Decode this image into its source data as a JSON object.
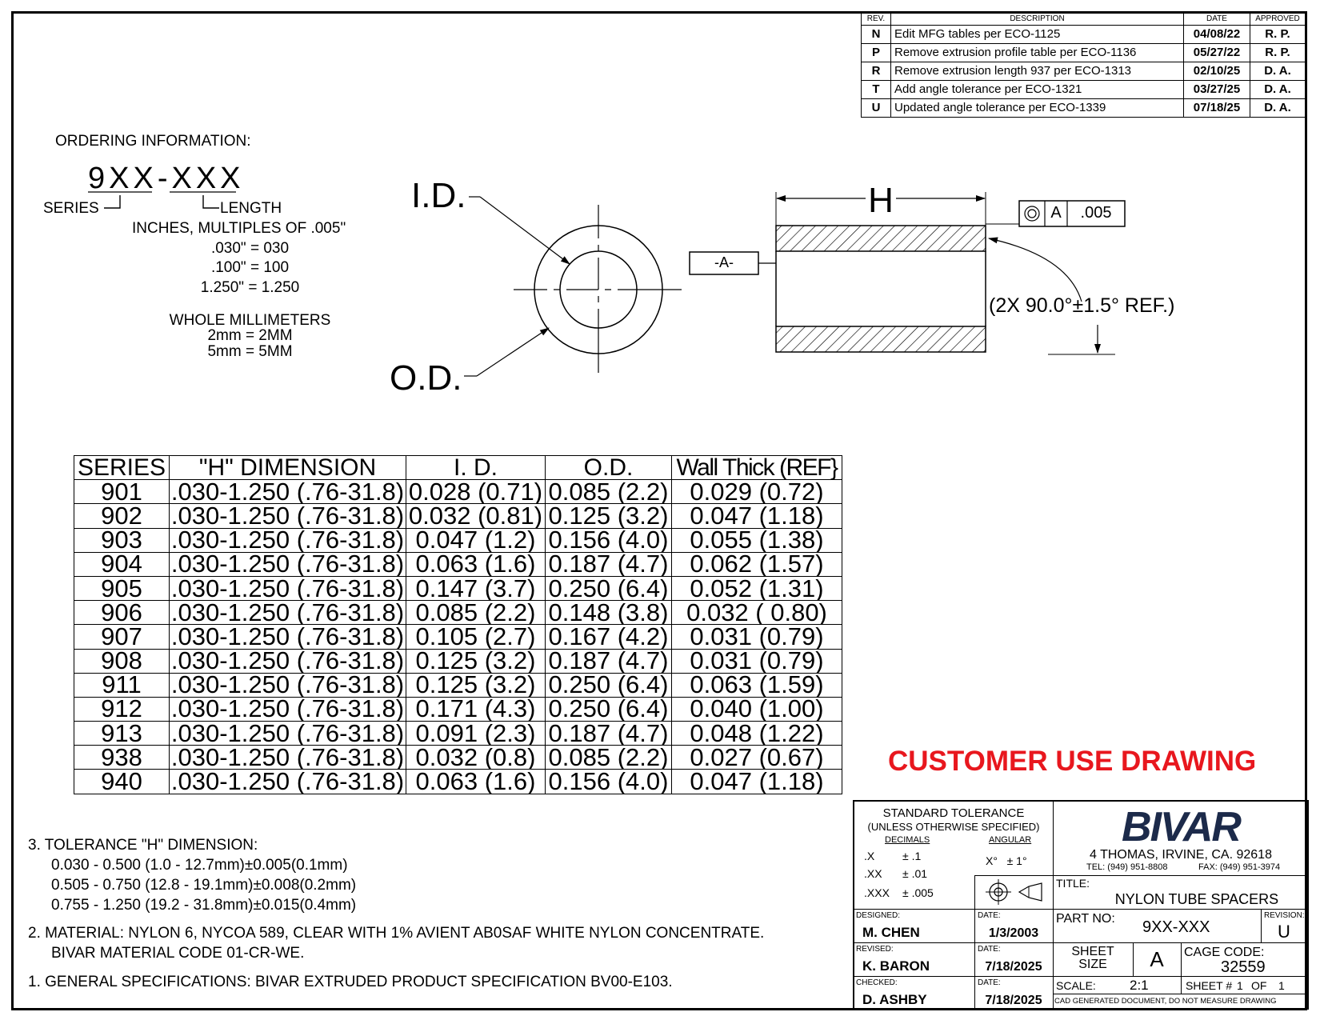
{
  "revisions": {
    "headers": [
      "REV.",
      "DESCRIPTION",
      "DATE",
      "APPROVED"
    ],
    "rows": [
      {
        "rev": "N",
        "desc": "Edit MFG tables per ECO-1125",
        "date": "04/08/22",
        "approved": "R. P."
      },
      {
        "rev": "P",
        "desc": "Remove extrusion profile table per ECO-1136",
        "date": "05/27/22",
        "approved": "R. P."
      },
      {
        "rev": "R",
        "desc": "Remove extrusion length 937 per ECO-1313",
        "date": "02/10/25",
        "approved": "D. A."
      },
      {
        "rev": "T",
        "desc": "Add angle tolerance per ECO-1321",
        "date": "03/27/25",
        "approved": "D. A."
      },
      {
        "rev": "U",
        "desc": "Updated angle tolerance per ECO-1339",
        "date": "07/18/25",
        "approved": "D. A."
      }
    ]
  },
  "ordering": {
    "heading": "ORDERING INFORMATION:",
    "code": "9XX-XXX",
    "series_label": "SERIES",
    "length_label": "LENGTH",
    "inches_label": "INCHES, MULTIPLES OF .005\"",
    "inches_examples": [
      ".030\" = 030",
      ".100\" = 100",
      "1.250\" = 1.250"
    ],
    "mm_label": "WHOLE MILLIMETERS",
    "mm_examples": [
      "2mm = 2MM",
      "5mm = 5MM"
    ]
  },
  "drawing": {
    "id_label": "I.D.",
    "od_label": "O.D.",
    "h_label": "H",
    "datum_label": "-A-",
    "fcf_datum": "A",
    "fcf_value": ".005",
    "angle_note": "(2X 90.0°±1.5° REF.)"
  },
  "spec_table": {
    "headers": [
      "SERIES",
      "\"H\" DIMENSION",
      "I. D.",
      "O.D.",
      "Wall Thick (REF}"
    ],
    "rows": [
      [
        "901",
        ".030-1.250  (.76-31.8)",
        "0.028 (0.71)",
        "0.085  (2.2)",
        "0.029  (0.72)"
      ],
      [
        "902",
        ".030-1.250  (.76-31.8)",
        "0.032  (0.81)",
        "0.125  (3.2)",
        "0.047  (1.18)"
      ],
      [
        "903",
        ".030-1.250  (.76-31.8)",
        "0.047   (1.2)",
        "0.156  (4.0)",
        "0.055  (1.38)"
      ],
      [
        "904",
        ".030-1.250  (.76-31.8)",
        "0.063  (1.6)",
        "0.187  (4.7)",
        "0.062  (1.57)"
      ],
      [
        "905",
        ".030-1.250  (.76-31.8)",
        "0.147  (3.7)",
        "0.250  (6.4)",
        "0.052  (1.31)"
      ],
      [
        "906",
        ".030-1.250  (.76-31.8)",
        "0.085 (2.2)",
        "0.148  (3.8)",
        "0.032 ( 0.80)"
      ],
      [
        "907",
        ".030-1.250  (.76-31.8)",
        "0.105 (2.7)",
        "0.167  (4.2)",
        "0.031 (0.79)"
      ],
      [
        "908",
        ".030-1.250  (.76-31.8)",
        "0.125 (3.2)",
        "0.187  (4.7)",
        "0.031 (0.79)"
      ],
      [
        "911",
        ".030-1.250  (.76-31.8)",
        "0.125 (3.2)",
        "0.250  (6.4)",
        "0.063  (1.59)"
      ],
      [
        "912",
        ".030-1.250  (.76-31.8)",
        "0.171 (4.3)",
        "0.250  (6.4)",
        "0.040  (1.00)"
      ],
      [
        "913",
        ".030-1.250  (.76-31.8)",
        "0.091 (2.3)",
        "0.187  (4.7)",
        "0.048  (1.22)"
      ],
      [
        "938",
        ".030-1.250  (.76-31.8)",
        "0.032  (0.8)",
        "0.085  (2.2)",
        "0.027  (0.67)"
      ],
      [
        "940",
        ".030-1.250  (.76-31.8)",
        "0.063 (1.6)",
        "0.156 (4.0)",
        "0.047 (1.18)"
      ]
    ]
  },
  "customer_use": "CUSTOMER USE DRAWING",
  "notes": {
    "n3_title": "3.  TOLERANCE \"H\" DIMENSION:",
    "n3_lines": [
      "0.030 - 0.500 (1.0 - 12.7mm)±0.005(0.1mm)",
      "0.505 - 0.750 (12.8 - 19.1mm)±0.008(0.2mm)",
      "0.755 - 1.250 (19.2 - 31.8mm)±0.015(0.4mm)"
    ],
    "n2_line1": "2.  MATERIAL: NYLON 6, NYCOA 589, CLEAR WITH 1% AVIENT AB0SAF WHITE NYLON CONCENTRATE.",
    "n2_line2": "BIVAR MATERIAL CODE 01-CR-WE.",
    "n1": "1.  GENERAL SPECIFICATIONS: BIVAR EXTRUDED PRODUCT SPECIFICATION BV00-E103."
  },
  "title_block": {
    "std_tol": "STANDARD TOLERANCE",
    "unless": "(UNLESS OTHERWISE SPECIFIED)",
    "decimals": "DECIMALS",
    "angular": "ANGULAR",
    "tol_rows": [
      [
        ".X",
        "± .1"
      ],
      [
        ".XX",
        "± .01"
      ],
      [
        ".XXX",
        "± .005"
      ]
    ],
    "angular_value": "X°   ± 1°",
    "logo": "BIVAR",
    "address": "4  THOMAS, IRVINE, CA. 92618",
    "tel": "TEL: (949) 951-8808",
    "fax": "FAX: (949) 951-3974",
    "title_label": "TITLE:",
    "title": "NYLON TUBE SPACERS",
    "designed_label": "DESIGNED:",
    "designed": "M. CHEN",
    "revised_label": "REVISED:",
    "revised": "K. BARON",
    "checked_label": "CHECKED:",
    "checked": "D. ASHBY",
    "date_label": "DATE:",
    "date_designed": "1/3/2003",
    "date_revised": "7/18/2025",
    "date_checked": "7/18/2025",
    "part_no_label": "PART NO:",
    "part_no": "9XX-XXX",
    "revision_label": "REVISION:",
    "revision": "U",
    "sheet_size_label1": "SHEET",
    "sheet_size_label2": "SIZE",
    "sheet_size": "A",
    "cage_label": "CAGE CODE:",
    "cage": "32559",
    "scale_label": "SCALE:",
    "scale": "2:1",
    "sheet_label": "SHEET #",
    "sheet_no": "1",
    "of_label": "OF",
    "sheet_total": "1",
    "cad_note": "CAD GENERATED DOCUMENT, DO NOT MEASURE DRAWING"
  },
  "colors": {
    "accent_red": "#e8171e",
    "logo_navy": "#1c2a4a"
  }
}
